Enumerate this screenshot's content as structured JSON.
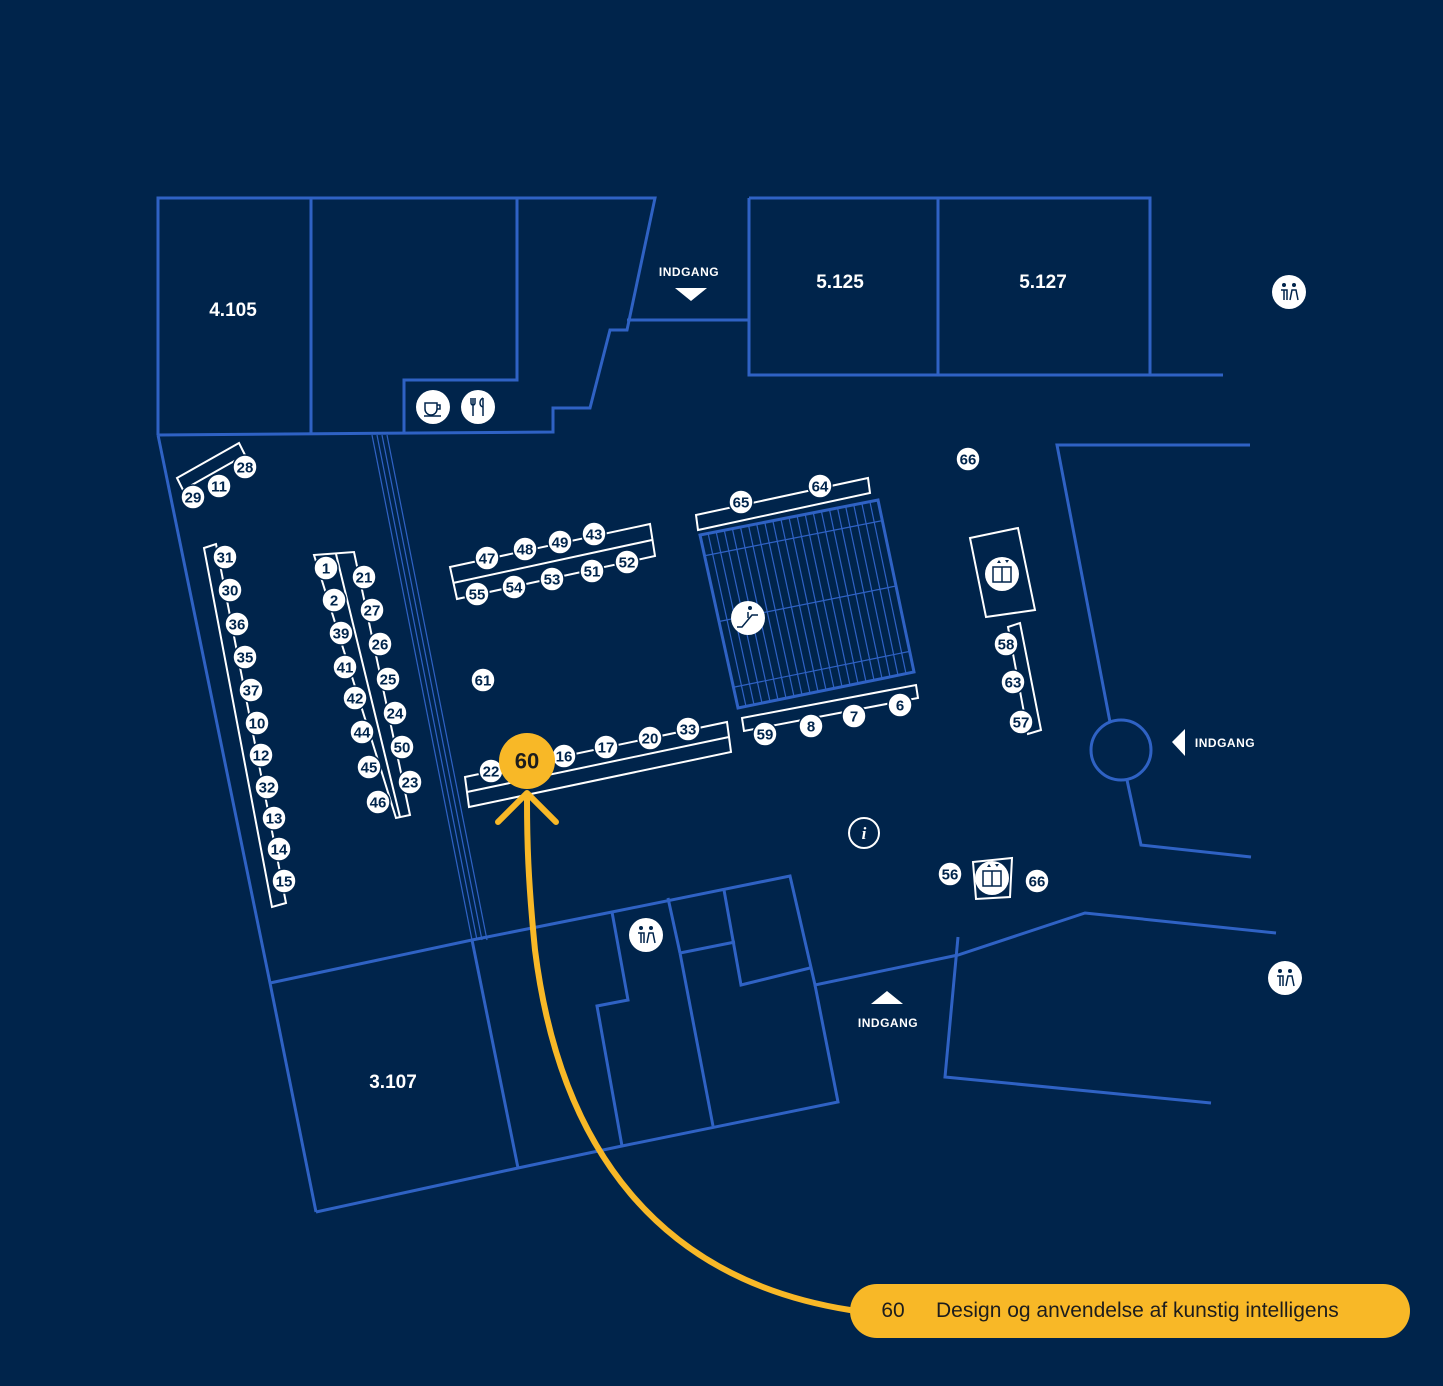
{
  "rooms": [
    "4.105",
    "5.125",
    "5.127",
    "3.107"
  ],
  "entrance_label": "INDGANG",
  "highlight": {
    "number": "60",
    "color": "#f8b827",
    "legend_number": "60",
    "legend_title": "Design og anvendelse af kunstig intelligens"
  },
  "stands": [
    "1",
    "2",
    "6",
    "7",
    "8",
    "10",
    "11",
    "12",
    "13",
    "14",
    "15",
    "16",
    "17",
    "20",
    "21",
    "22",
    "23",
    "24",
    "25",
    "26",
    "27",
    "28",
    "29",
    "30",
    "31",
    "32",
    "33",
    "35",
    "36",
    "37",
    "39",
    "41",
    "42",
    "43",
    "44",
    "45",
    "46",
    "47",
    "48",
    "49",
    "50",
    "51",
    "52",
    "53",
    "54",
    "55",
    "56",
    "57",
    "58",
    "59",
    "61",
    "63",
    "64",
    "65",
    "66",
    "66"
  ],
  "icons": [
    "coffee-icon",
    "restaurant-icon",
    "toilet-icon",
    "elevator-icon",
    "escalator-icon",
    "info-icon"
  ],
  "colors": {
    "background": "#00244b",
    "walls": "#2f62c4",
    "highlight": "#f8b827"
  }
}
